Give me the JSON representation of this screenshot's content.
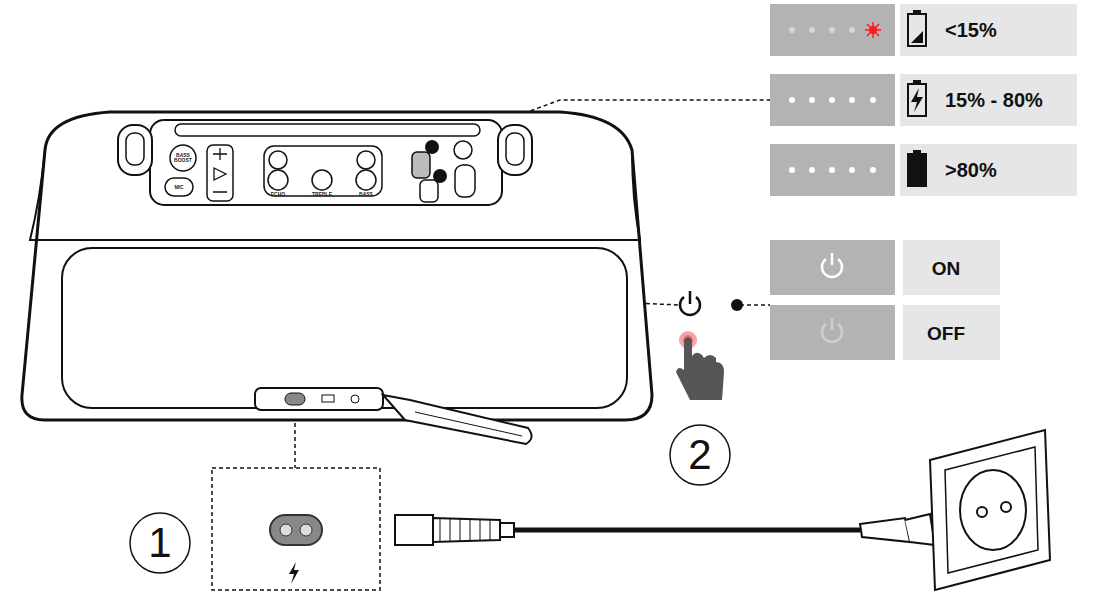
{
  "diagram": {
    "labels": [
      "<15%",
      "15% - 80%",
      ">80%",
      "ON",
      "OFF",
      "1",
      "2",
      "BASS BOOST",
      "MIC",
      "ECHO",
      "TREBLE",
      "BASS"
    ]
  }
}
